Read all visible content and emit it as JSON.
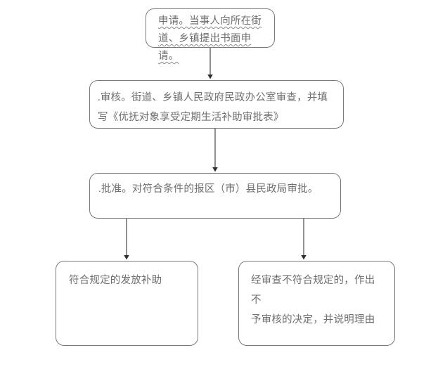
{
  "diagram": {
    "type": "flowchart",
    "title_visible": false,
    "orientation": "top-to-bottom",
    "colors": {
      "box_border": "#7a7a7a",
      "box_fill": "#ffffff",
      "text": "#6e6e6e",
      "arrow": "#3a3a3a",
      "wavy_underline": "#8a8a8a",
      "page_background": "#ffffff"
    },
    "nodes": [
      {
        "id": "apply",
        "label": "申请。当事人向所在街道、乡镇提出书面申请。",
        "line1": "申请。当事人向所在街",
        "line2": "道、乡镇提出书面申请。",
        "underline_style": "wavy"
      },
      {
        "id": "review",
        "label": ".审核。街道、乡镇人民政府民政办公室审查，并填写《优抚对象享受定期生活补助审批表》",
        "line1": ".审核。街道、乡镇人民政府民政办公室审查，并填",
        "line2": "写《优抚对象享受定期生活补助审批表》",
        "underline_style": "none"
      },
      {
        "id": "approve",
        "label": ".批准。对符合条件的报区（市）县民政局审批。",
        "line1": ".批准。对符合条件的报区（市）县民政局审批。",
        "line2": "",
        "underline_style": "none"
      },
      {
        "id": "grant",
        "label": "符合规定的发放补助",
        "line1": "符合规定的发放补助",
        "line2": "",
        "underline_style": "none"
      },
      {
        "id": "reject",
        "label": "经审查不符合规定的，作出不予审核的决定，并说明理由",
        "line1": "经审查不符合规定的，作出不",
        "line2": "予审核的决定，并说明理由",
        "underline_style": "none"
      }
    ],
    "edges": [
      {
        "id": "apply-to-review",
        "from": "apply",
        "to": "review",
        "label": ""
      },
      {
        "id": "review-to-approve",
        "from": "review",
        "to": "approve",
        "label": ""
      },
      {
        "id": "approve-to-grant",
        "from": "approve",
        "to": "grant",
        "label": ""
      },
      {
        "id": "approve-to-reject",
        "from": "approve",
        "to": "reject",
        "label": ""
      }
    ]
  }
}
